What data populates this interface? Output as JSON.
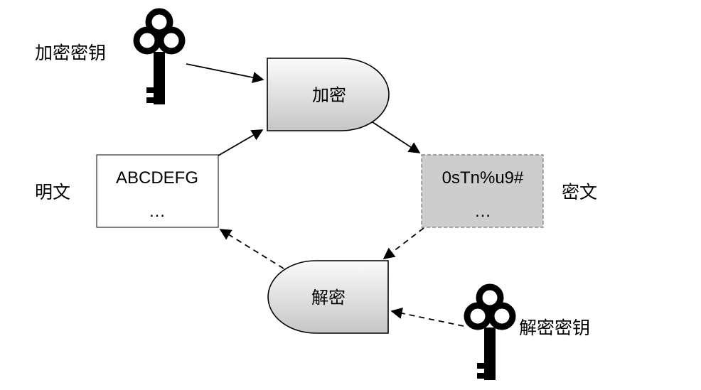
{
  "nodes": {
    "encrypt": {
      "label": "加密"
    },
    "decrypt": {
      "label": "解密"
    },
    "plaintext": {
      "label": "明文",
      "line1": "ABCDEFG",
      "line2": "…"
    },
    "ciphertext": {
      "label": "密文",
      "line1": "0sTn%u9#",
      "line2": "…"
    }
  },
  "keys": {
    "encryption_key": {
      "label": "加密密钥",
      "icon": "key-icon"
    },
    "decryption_key": {
      "label": "解密密钥",
      "icon": "key-icon"
    }
  },
  "colors": {
    "shape_fill_light": "#fafafa",
    "shape_fill_dark": "#c8c8c8",
    "ciphertext_fill": "#cdcdcd",
    "stroke": "#000000"
  }
}
